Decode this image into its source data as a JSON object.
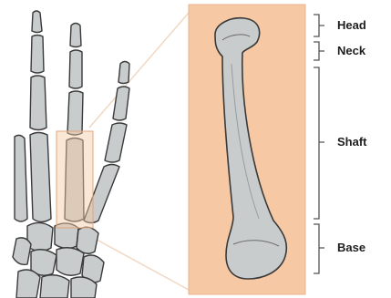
{
  "labels": {
    "head": "Head",
    "neck": "Neck",
    "shaft": "Shaft",
    "base": "Base"
  },
  "colors": {
    "background": "#ffffff",
    "bone_fill": "#c9cccd",
    "bone_outline": "#3a3a3a",
    "highlight_fill": "#f6c9a4",
    "highlight_border": "#e0a57b",
    "connector": "#f1d8c3",
    "bracket": "#555555",
    "label": "#1e1e1e"
  }
}
